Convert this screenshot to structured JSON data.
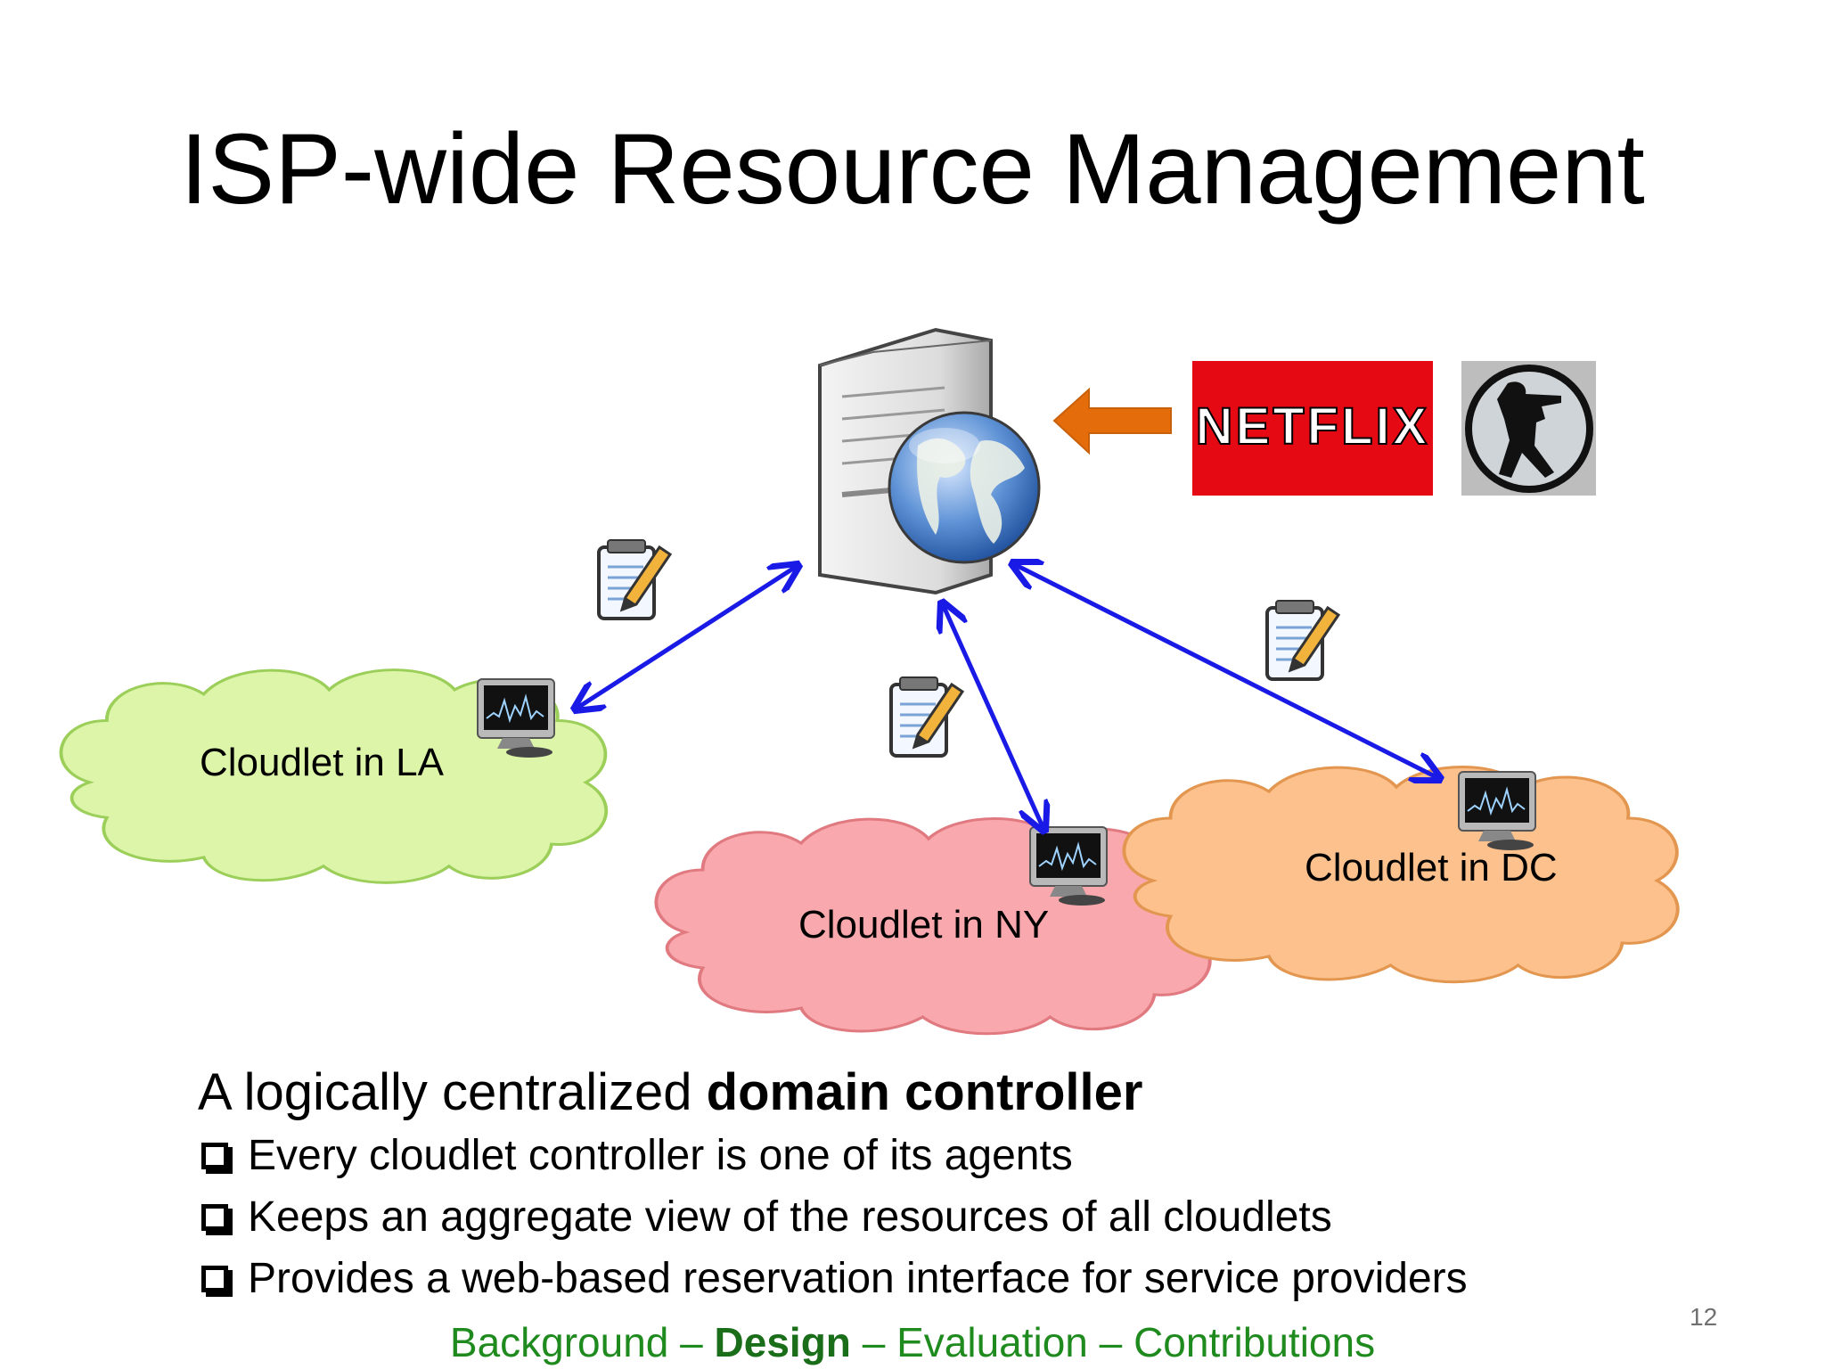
{
  "slide": {
    "title": "ISP-wide Resource Management",
    "page_number": "12"
  },
  "diagram": {
    "server_icon": "server-with-globe-icon",
    "logos": {
      "netflix": "NETFLIX",
      "second": "counter-strike-logo-icon"
    },
    "clouds": [
      {
        "label": "Cloudlet in LA",
        "color": "#dcf5a8"
      },
      {
        "label": "Cloudlet in NY",
        "color": "#f9a9ad"
      },
      {
        "label": "Cloudlet in DC",
        "color": "#fcc18c"
      }
    ],
    "colors": {
      "arrow": "#1a1ae6",
      "orange_arrow": "#e46c0a",
      "netflix_red": "#e50914"
    }
  },
  "body": {
    "heading_prefix": "A logically centralized ",
    "heading_bold": "domain controller",
    "bullets": [
      "Every cloudlet controller is one of its agents",
      "Keeps an aggregate view of the resources of all cloudlets",
      "Provides a web-based reservation interface for service providers"
    ]
  },
  "footer": {
    "item1": "Background",
    "sep1": " – ",
    "item2": "Design",
    "sep2": " – ",
    "item3": "Evaluation",
    "sep3": " – ",
    "item4": "Contributions"
  }
}
